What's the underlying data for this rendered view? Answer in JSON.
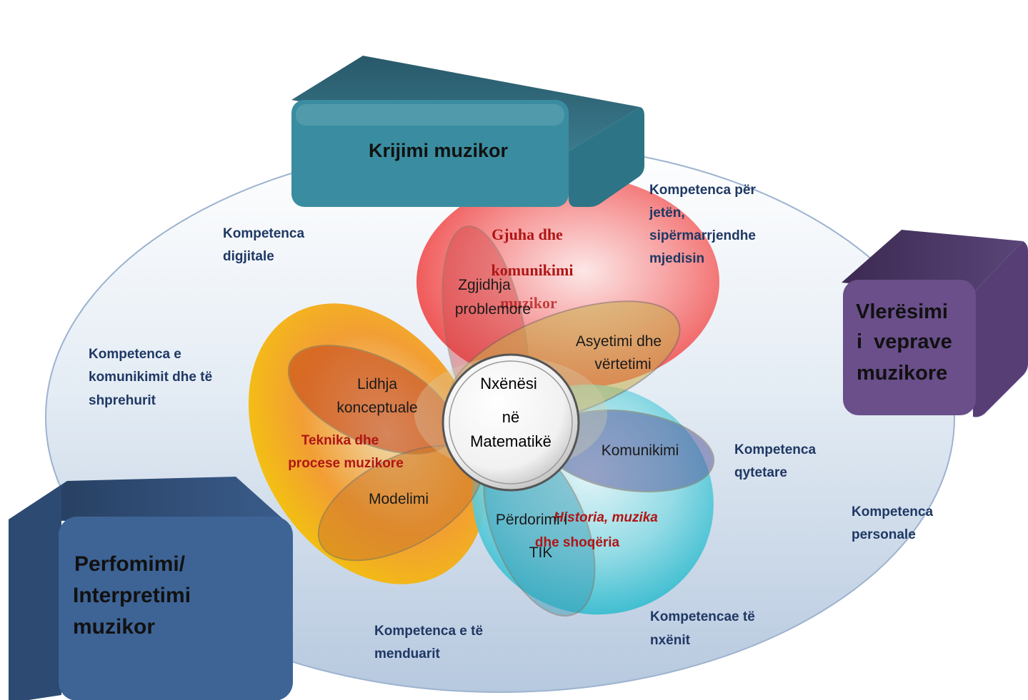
{
  "boxes": {
    "krijimi": "Krijimi muzikor",
    "vleresimi": [
      "Vlerësimi",
      "i  veprave",
      "muzikore"
    ],
    "perfomimi": [
      "Perfomimi/",
      "Interpretimi",
      "muzikor"
    ]
  },
  "competences": {
    "digjitale": [
      "Kompetenca",
      "digjitale"
    ],
    "komunikimit": [
      "Kompetenca e",
      "komunikimit dhe të",
      "shprehurit"
    ],
    "jeten": [
      "Kompetenca për",
      "jetën,",
      "sipërmarrjendhe",
      "mjedisin"
    ],
    "qytetare": [
      "Kompetenca",
      "qytetare"
    ],
    "personale": [
      "Kompetenca",
      "personale"
    ],
    "nxenit": [
      "Kompetencae të",
      "nxënit"
    ],
    "menduarit": [
      "Kompetenca e të",
      "menduarit"
    ]
  },
  "areas": {
    "gjuha": [
      "Gjuha dhe",
      "komunikimi",
      "muzikor"
    ],
    "teknika": [
      "Teknika dhe",
      "procese muzikore"
    ],
    "historia": [
      "Historia, muzika",
      "dhe shoqëria"
    ]
  },
  "processes": {
    "zgjidhja": [
      "Zgjidhja",
      "problemore"
    ],
    "asyetimi": [
      "Asyetimi dhe",
      "vërtetimi"
    ],
    "lidhja": [
      "Lidhja",
      "konceptuale"
    ],
    "komunikimi": "Komunikimi",
    "modelimi": "Modelimi",
    "perdorimi": [
      "Përdorimi i",
      "TIK"
    ]
  },
  "center": [
    "Nxënësi",
    "në",
    "Matematikë"
  ],
  "colors": {
    "teal_box": "#3a8da0",
    "purple_box": "#6a4f8a",
    "blue_box": "#3e6496",
    "red_lobe": "#f05a5a",
    "orange_lobe": "#f59a1c",
    "cyan_lobe": "#3fc4d4",
    "competence_text": "#1f3864",
    "area_text": "#b01515"
  }
}
